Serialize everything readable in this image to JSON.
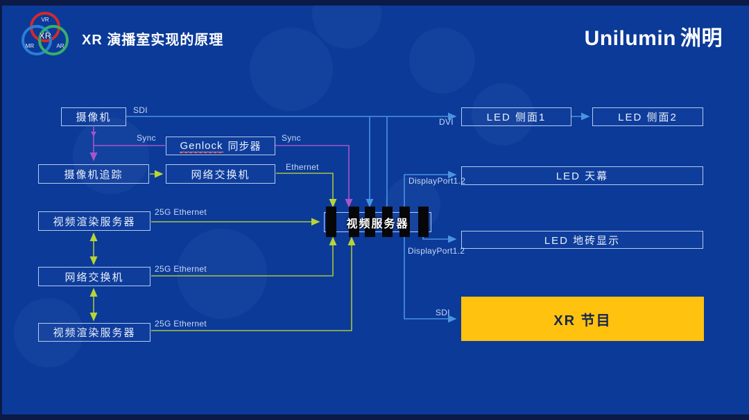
{
  "header": {
    "logo": {
      "center": "XR",
      "top": "VR",
      "bottom_left": "MR",
      "bottom_right": "AR"
    },
    "title": "XR 演播室实现的原理",
    "brand_en": "Unilumin",
    "brand_zh": "洲明"
  },
  "nodes": {
    "camera": "摄像机",
    "genlock_en": "Genlock",
    "genlock_zh": "同步器",
    "camera_tracking": "摄像机追踪",
    "network_switch_top": "网络交换机",
    "render_server_1": "视频渲染服务器",
    "network_switch_left": "网络交换机",
    "render_server_2": "视频渲染服务器",
    "video_server": "视频服务器",
    "led_side_1": "LED 侧面1",
    "led_side_2": "LED 侧面2",
    "led_ceiling": "LED 天幕",
    "led_floor": "LED 地砖显示",
    "xr_program": "XR 节目"
  },
  "edge_labels": {
    "sdi_camera": "SDI",
    "sync_left": "Sync",
    "sync_right": "Sync",
    "ethernet": "Ethernet",
    "eth25g_top": "25G Ethernet",
    "eth25g_mid": "25G Ethernet",
    "eth25g_bottom": "25G Ethernet",
    "dvi": "DVI",
    "displayport_ceiling": "DisplayPort1.2",
    "displayport_floor": "DisplayPort1.2",
    "sdi_program": "SDI"
  },
  "colors": {
    "background": "#0b3a99",
    "edge_strip": "#0c1a47",
    "box_border": "#cadcf8",
    "line_green": "#a9c43e",
    "line_purple": "#a855c8",
    "line_blue": "#4a93e0",
    "highlight_yellow": "#ffc20e",
    "logo_red": "#d42a2a",
    "logo_blue": "#2a7fd4",
    "logo_green": "#35b06a"
  }
}
